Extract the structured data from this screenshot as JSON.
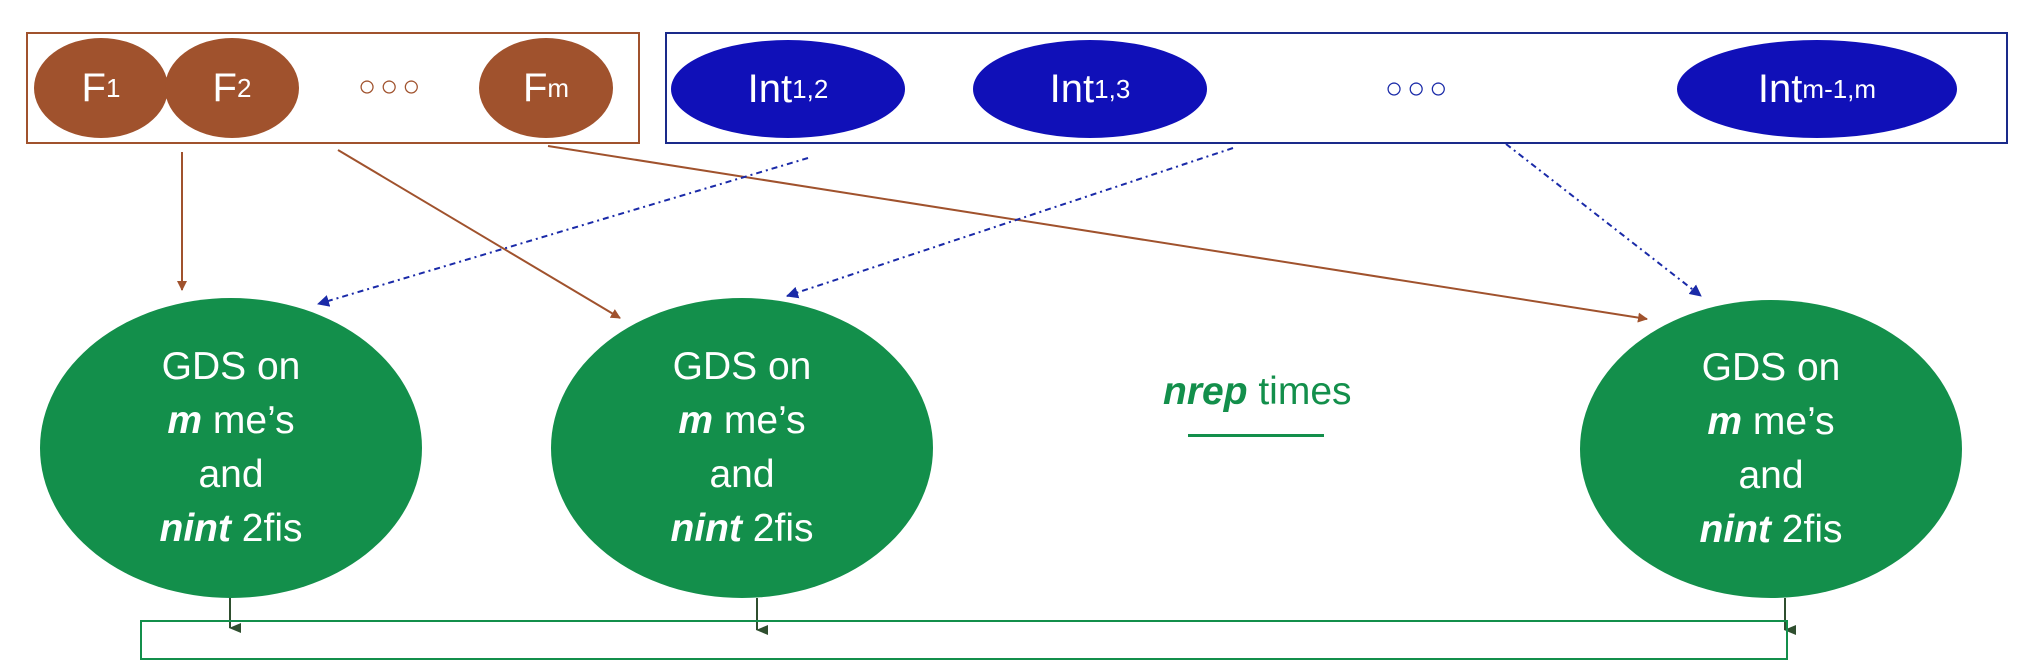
{
  "factors": [
    {
      "base": "F",
      "sub": "1"
    },
    {
      "base": "F",
      "sub": "2"
    },
    {
      "base": "F",
      "sub": "m"
    }
  ],
  "factor_ellipsis": "○○○",
  "interactions": [
    {
      "base": "Int",
      "sub": "1,2"
    },
    {
      "base": "Int",
      "sub": "1,3"
    },
    {
      "base": "Int",
      "sub": "m-1,m"
    }
  ],
  "interaction_ellipsis": "○○○",
  "gds_node": {
    "line1": "GDS on",
    "line2_bold": "m",
    "line2_rest": " me’s",
    "line3": "and",
    "line4_bold": "nint",
    "line4_rest": " 2fis"
  },
  "repeat_label": {
    "bold": "nrep",
    "rest": " times"
  },
  "colors": {
    "factor": "#a0522d",
    "interaction": "#1010b8",
    "gds": "#138f4b"
  }
}
